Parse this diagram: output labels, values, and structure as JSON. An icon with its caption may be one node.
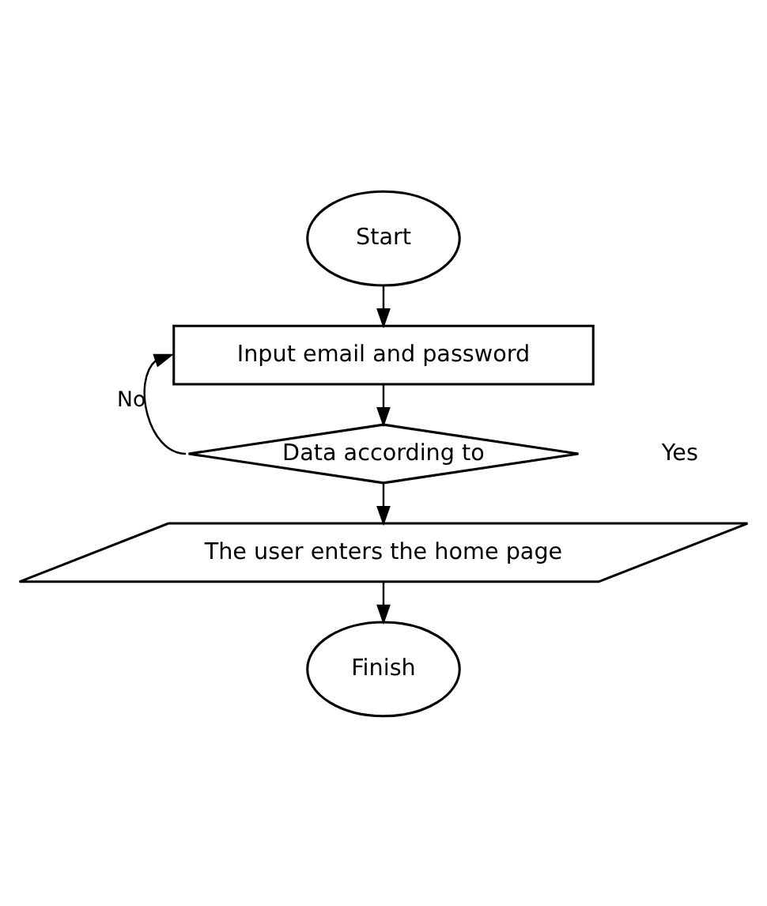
{
  "diagram": {
    "nodes": [
      {
        "text": [
          "Start"
        ]
      },
      {
        "text": [
          "Input email and password"
        ]
      },
      {
        "text": [
          "Data according to"
        ]
      },
      {
        "text": [
          "The user enters the home page"
        ]
      },
      {
        "text": [
          "Finish"
        ]
      }
    ],
    "edges": [
      {
        "from": 0,
        "to": 1,
        "arrow": "to"
      },
      {
        "from": 1,
        "to": 2,
        "arrow": "to"
      },
      {
        "from": 2,
        "to": 1,
        "arrow": "to",
        "label": "No"
      },
      {
        "from": 2,
        "to": 3,
        "arrow": "to"
      },
      {
        "from": 3,
        "to": 4,
        "arrow": "to"
      }
    ],
    "labels": [
      "Yes"
    ]
  }
}
